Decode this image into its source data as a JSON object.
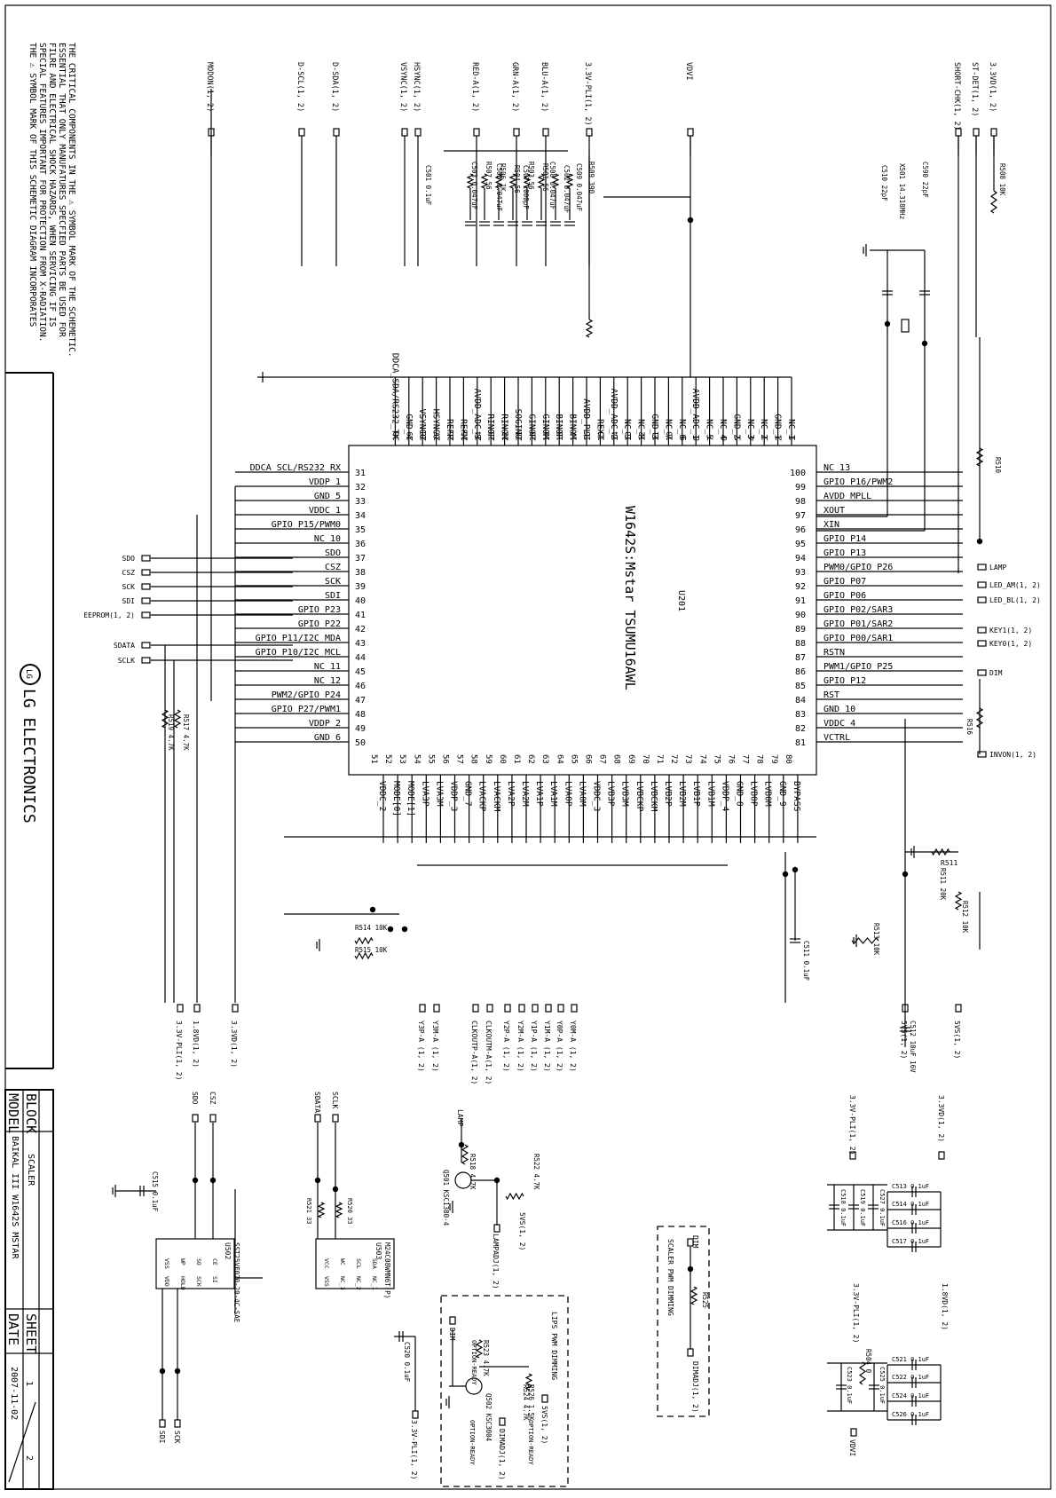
{
  "warning": {
    "lines": [
      "THE ⚠ SYMBOL MARK OF THIS SCHEMETIC DIAGRAM INCORPORATES",
      "SPECIAL FEATURES IMPORTANT FOR PROTECTION FROM X-RADIATION.",
      "FILRE AND ELECTRICAL SHOCK HAZARDS, WHEN SERVICING IF IS",
      "ESSENTIAL THAT ONLY MANUFATURES SPECFIED PARTS BE USED FOR",
      "THE CRITICAL COMPONENTS IN THE ⚠ SYMBOL MARK OF THE SCHEMETIC."
    ]
  },
  "brand": {
    "name": "LG ELECTRONICS",
    "logo_text": "LG"
  },
  "title_block": {
    "model_label": "MODEL",
    "model_value": "BAIKAL III W1642S MSTAR",
    "date_label": "DATE",
    "date_value": "2007-11-02",
    "block_label": "BLOCK",
    "block_value": "SCALER",
    "sheet_label": "SHEET",
    "sheet_value": "1",
    "sheet_total": "2"
  },
  "ic": {
    "ref": "U201",
    "part": "W1642S:Mstar TSUMU16AWL",
    "top_pins": [
      [
        "1",
        "NC_1"
      ],
      [
        "2",
        "GND_1"
      ],
      [
        "3",
        "NC_2"
      ],
      [
        "4",
        "NC_3"
      ],
      [
        "5",
        "GND_2"
      ],
      [
        "6",
        "NC_4"
      ],
      [
        "7",
        "NC_5"
      ],
      [
        "8",
        "AVDD_ADC_1"
      ],
      [
        "9",
        "NC_6"
      ],
      [
        "10",
        "NC_7"
      ],
      [
        "11",
        "GND_3"
      ],
      [
        "12",
        "NC_8"
      ],
      [
        "13",
        "NC_9"
      ],
      [
        "14",
        "AVDD_ADC_2"
      ],
      [
        "15",
        "REXT"
      ],
      [
        "16",
        "AVDD_PLL"
      ],
      [
        "17",
        "BINOM"
      ],
      [
        "18",
        "BINOP"
      ],
      [
        "19",
        "GINOM"
      ],
      [
        "20",
        "GINOP"
      ],
      [
        "21",
        "SOGINO"
      ],
      [
        "22",
        "RINOM"
      ],
      [
        "23",
        "RINOP"
      ],
      [
        "24",
        "AVDD_ADC_3"
      ],
      [
        "25",
        "REFM"
      ],
      [
        "26",
        "REFP"
      ],
      [
        "27",
        "HSYNCO"
      ],
      [
        "28",
        "VSYNCO"
      ],
      [
        "29",
        "GND_4"
      ],
      [
        "30",
        "DDCA_SDA/RS232_TX"
      ]
    ],
    "left_pins": [
      [
        "31",
        "DDCA_SCL/RS232_RX"
      ],
      [
        "32",
        "VDDP_1"
      ],
      [
        "33",
        "GND_5"
      ],
      [
        "34",
        "VDDC_1"
      ],
      [
        "35",
        "GPIO_P15/PWM0"
      ],
      [
        "36",
        "NC_10"
      ],
      [
        "37",
        "SDO"
      ],
      [
        "38",
        "CSZ"
      ],
      [
        "39",
        "SCK"
      ],
      [
        "40",
        "SDI"
      ],
      [
        "41",
        "GPIO_P23"
      ],
      [
        "42",
        "GPIO_P22"
      ],
      [
        "43",
        "GPIO_P11/I2C_MDA"
      ],
      [
        "44",
        "GPIO_P10/I2C_MCL"
      ],
      [
        "45",
        "NC_11"
      ],
      [
        "46",
        "NC_12"
      ],
      [
        "47",
        "PWM2/GPIO_P24"
      ],
      [
        "48",
        "GPIO_P27/PWM1"
      ],
      [
        "49",
        "VDDP_2"
      ],
      [
        "50",
        "GND_6"
      ]
    ],
    "bottom_pins": [
      [
        "51",
        "VDDC_2"
      ],
      [
        "52",
        "MODE[0]"
      ],
      [
        "53",
        "MODE[1]"
      ],
      [
        "54",
        "LVA3P"
      ],
      [
        "55",
        "LVA3M"
      ],
      [
        "56",
        "VDDP_3"
      ],
      [
        "57",
        "GND_7"
      ],
      [
        "58",
        "LVACKP"
      ],
      [
        "59",
        "LVACKM"
      ],
      [
        "60",
        "LVA2P"
      ],
      [
        "61",
        "LVA2M"
      ],
      [
        "62",
        "LVA1P"
      ],
      [
        "63",
        "LVA1M"
      ],
      [
        "64",
        "LVA0P"
      ],
      [
        "65",
        "LVA0M"
      ],
      [
        "66",
        "VDDC_3"
      ],
      [
        "67",
        "LVB3P"
      ],
      [
        "68",
        "LVB3M"
      ],
      [
        "69",
        "LVBCKP"
      ],
      [
        "70",
        "LVBCKM"
      ],
      [
        "71",
        "LVB2P"
      ],
      [
        "72",
        "LVB2M"
      ],
      [
        "73",
        "LVB1P"
      ],
      [
        "74",
        "LVB1M"
      ],
      [
        "75",
        "VDDP_4"
      ],
      [
        "76",
        "GND_8"
      ],
      [
        "77",
        "LVB0P"
      ],
      [
        "78",
        "LVB0M"
      ],
      [
        "79",
        "GND_9"
      ],
      [
        "80",
        "BYPASS"
      ]
    ],
    "right_pins": [
      [
        "81",
        "VCTRL"
      ],
      [
        "82",
        "VDDC_4"
      ],
      [
        "83",
        "GND_10"
      ],
      [
        "84",
        "RST"
      ],
      [
        "85",
        "GPIO_P12"
      ],
      [
        "86",
        "PWM1/GPIO_P25"
      ],
      [
        "87",
        "RSTN"
      ],
      [
        "88",
        "GPIO_P00/SAR1"
      ],
      [
        "89",
        "GPIO_P01/SAR2"
      ],
      [
        "90",
        "GPIO_P02/SAR3"
      ],
      [
        "91",
        "GPIO_P06"
      ],
      [
        "92",
        "GPIO_P07"
      ],
      [
        "93",
        "PWM0/GPIO_P26"
      ],
      [
        "94",
        "GPIO_P13"
      ],
      [
        "95",
        "GPIO_P14"
      ],
      [
        "96",
        "XIN"
      ],
      [
        "97",
        "XOUT"
      ],
      [
        "98",
        "AVDD_MPLL"
      ],
      [
        "99",
        "GPIO_P16/PWM2"
      ],
      [
        "100",
        "NC_13"
      ]
    ]
  },
  "top_ports": [
    "MODON(1, 2)",
    "D-SCL(1, 2)",
    "D-SDA(1, 2)",
    "VSYNC(1, 2)",
    "HSYNC(1, 2)",
    "RED-A(1, 2)",
    "GRN-A(1, 2)",
    "BLU-A(1, 2)",
    "3.3V-PLI(1, 2)",
    "VDVI",
    "SHORT-CHK(1, 2)",
    "ST-DET(1, 2)",
    "3.3VD(1, 2)"
  ],
  "left_ports": [
    "SDO",
    "CSZ",
    "SCK",
    "SDI",
    "EEPROM(1, 2)",
    "SDATA",
    "SCLK"
  ],
  "right_ports": [
    "LAMP",
    "LED_AM(1, 2)",
    "LED_BL(1, 2)",
    "KEY1(1, 2)",
    "KEY0(1, 2)",
    "DIM",
    "INVON(1, 2)"
  ],
  "bottom_ports": [
    "3.3V-PLI(1, 2)",
    "1.8VD(1, 2)",
    "3.3VD(1, 2)",
    "Y3P-A (1, 2)",
    "Y3M-A (1, 2)",
    "CLKOUTP-A(1, 2)",
    "CLKOUTM-A(1, 2)",
    "Y2P-A (1, 2)",
    "Y2M-A (1, 2)",
    "Y1P-A (1, 2)",
    "Y1M-A (1, 2)",
    "Y0P-A (1, 2)",
    "Y0M-A (1, 2)",
    "5VS(1, 2)",
    "5VS(1, 2)"
  ],
  "components": {
    "top": [
      "R507 56",
      "R506 1K",
      "R504 56",
      "R503 56",
      "R501 56",
      "C501 0.1uF",
      "C503 0.047uF",
      "C505 0.047uF",
      "C507 1000pF",
      "C508 0.047uF",
      "C509 0.047uF",
      "C502 0.047uF",
      "R509 390",
      "X501 14.318MHz",
      "C510 22pF",
      "C590 22pF",
      "R508 10K"
    ],
    "right": [
      "R510",
      "R516",
      "R511 20K",
      "R512 10K",
      "R513 10K",
      "C511 0.1uF",
      "C512 10uF 16V"
    ],
    "left": [
      "R517 4.7K",
      "R519 4.7K",
      "R514 10K",
      "R515 10K"
    ]
  },
  "lower": {
    "eeprom_ref": "U502",
    "eeprom_part": "SST25VF020-20-4C-SAE",
    "eeprom_pins": [
      "VSS",
      "WP",
      "SO",
      "CE",
      "VDD",
      "HOLD",
      "SCK",
      "SI"
    ],
    "eeprom_ports": [
      "SDO",
      "CSZ",
      "SDI",
      "SCK"
    ],
    "eeprom_cap": "C515 0.1uF",
    "mem_ref": "U503",
    "mem_part": "M24C08WMN6T(P)",
    "mem_pins": [
      "VCC",
      "WC",
      "SCL",
      "SDA",
      "VSS",
      "NC_3",
      "NC_2",
      "NC_1"
    ],
    "mem_ports": [
      "SDATA",
      "SCLK"
    ],
    "mem_res": [
      "R521 33",
      "R520 33"
    ],
    "mem_cap": "C520 0.1uF",
    "mem_supply": "3.3V-PLI(1, 2)",
    "lamp_title": "LAMP",
    "lamp_parts": [
      "R518 4.7K",
      "Q501 KSC1380-4"
    ],
    "lamp_ports": [
      "LAMPADJ(1, 2)",
      "5VS(1, 2)"
    ],
    "lamp_res": "R522 4.7K",
    "lips_title": "LIPS PWM DIMMING",
    "lips_parts": [
      "R523 4.7K",
      "Q502 KSC3004",
      "R524 4.7K",
      "R526 1.5K"
    ],
    "lips_notes": [
      "OPTION-READY",
      "OPTION-READY",
      "OPTION-READY"
    ],
    "lips_ports": [
      "DIM",
      "5VS(1, 2)",
      "DIMADJ(1, 2)"
    ],
    "scaler_title": "SCALER PWM DIMMING",
    "scaler_parts": [
      "R525"
    ],
    "scaler_ports": [
      "DIM",
      "DIMADJ(1, 2)"
    ],
    "caps_a": [
      "C518 0.1uF",
      "C519 0.1uF",
      "C527 0.1uF"
    ],
    "caps_a_port": "3.3V-PLI(1, 2)",
    "caps_b": [
      "C513 0.1uF",
      "C514 0.1uF",
      "C516 0.1uF",
      "C517 0.1uF"
    ],
    "caps_b_port": "3.3VD(1, 2)",
    "caps_c": [
      "C523 0.1uF",
      "C525 0.1uF"
    ],
    "caps_c_port": "3.3V-PLI(1, 2)",
    "caps_c_res": "R504 0",
    "caps_c_vdvi": "VDVI",
    "caps_d": [
      "C521 0.1uF",
      "C522 0.1uF",
      "C524 0.1uF",
      "C526 0.1uF"
    ],
    "caps_d_port": "1.8VD(1, 2)"
  }
}
